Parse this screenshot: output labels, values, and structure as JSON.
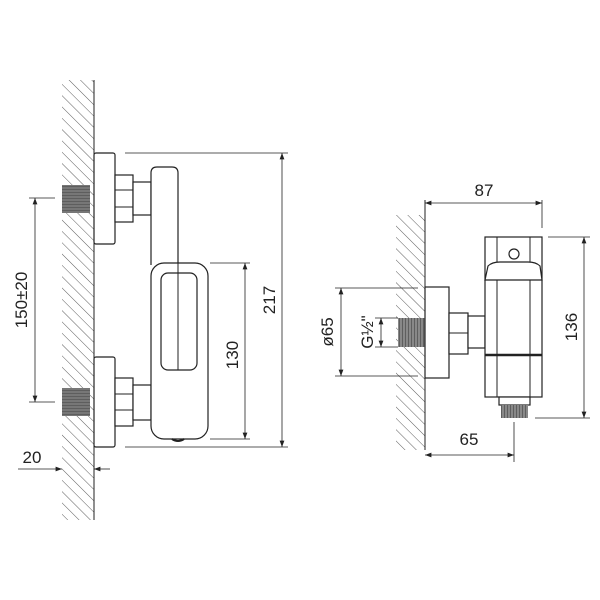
{
  "drawing": {
    "front_view": {
      "dim_total_height": "217",
      "dim_body_height": "130",
      "dim_inlet_spacing": "150±20",
      "dim_wall_depth": "20"
    },
    "side_view": {
      "dim_total_depth": "87",
      "dim_outlet_depth": "65",
      "dim_height": "136",
      "dim_plate_diameter": "ø65",
      "dim_thread": "G½\""
    }
  }
}
